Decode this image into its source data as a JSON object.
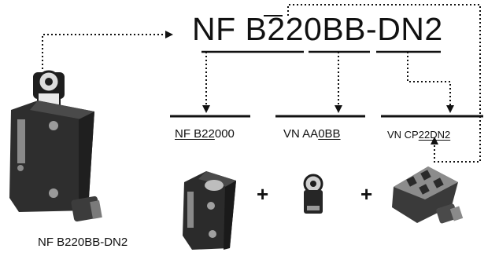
{
  "main_code": {
    "p1": "NF B",
    "p2": "2",
    "p3": "2",
    "p4": "0BB",
    "p5": "-",
    "p6": "DN2"
  },
  "segments": [
    {
      "pre": "NF B22",
      "under": "",
      "post": "000"
    },
    {
      "pre": "VN AA",
      "under": "0BB",
      "post": ""
    },
    {
      "pre": "VN CP",
      "under": "22DN2",
      "post": ""
    }
  ],
  "plus": [
    "+",
    "+"
  ],
  "caption": "NF B220BB-DN2",
  "icons": [
    "full-limit-switch-image",
    "switch-body-image",
    "roller-head-image",
    "connector-image"
  ],
  "colors": {
    "line": "#111111",
    "device": "#2b2b2b",
    "highlight": "#bdbdbd"
  }
}
